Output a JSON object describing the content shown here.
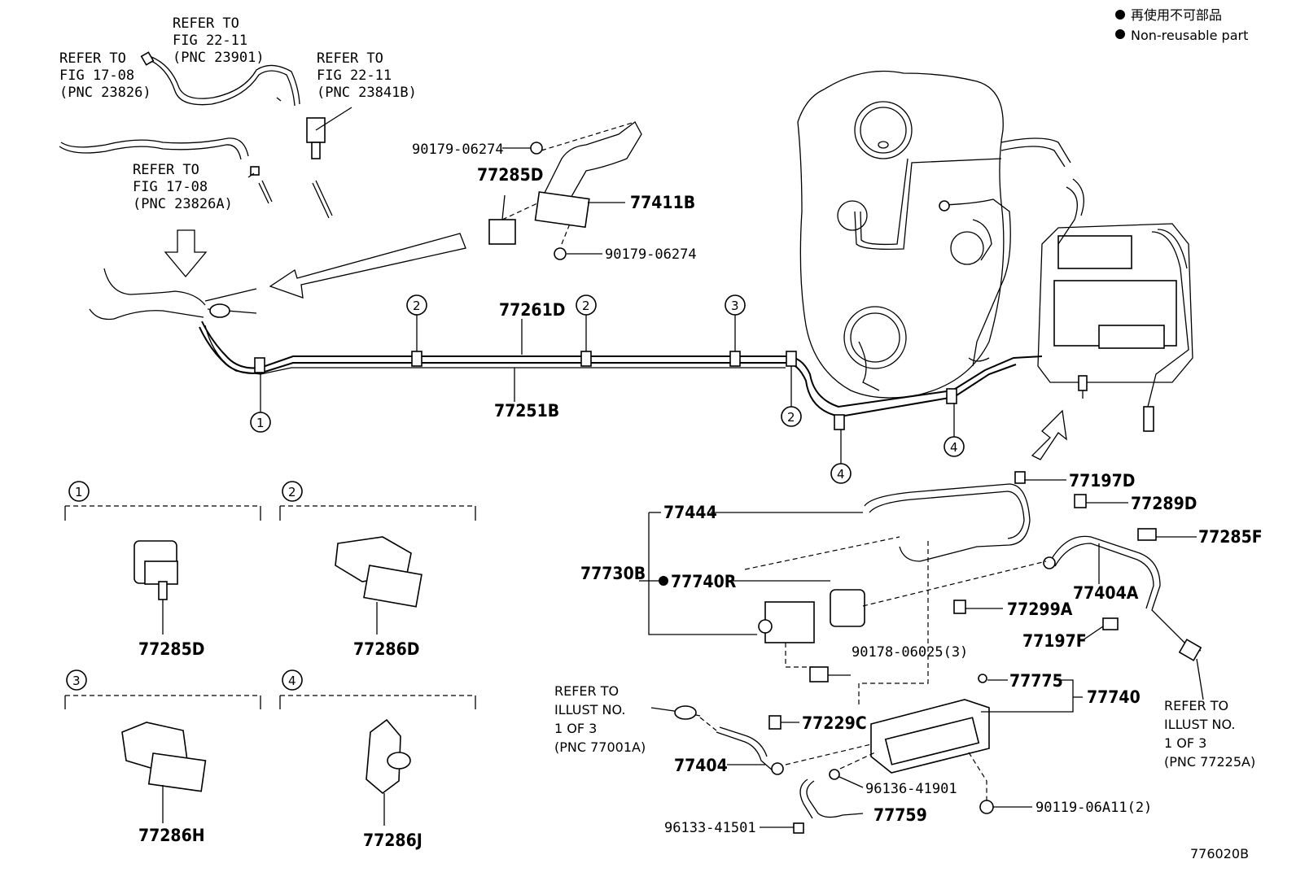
{
  "legend": {
    "jp": "再使用不可部品",
    "en": "Non-reusable part"
  },
  "figure_id": "776020B",
  "refs": {
    "r23826": [
      "REFER TO",
      "FIG 17-08",
      "(PNC 23826)"
    ],
    "r23901": [
      "REFER TO",
      "FIG 22-11",
      "(PNC 23901)"
    ],
    "r23841b": [
      "REFER TO",
      "FIG 22-11",
      "(PNC 23841B)"
    ],
    "r23826a": [
      "REFER TO",
      "FIG 17-08",
      "(PNC 23826A)"
    ],
    "r77001a": [
      "REFER TO",
      "ILLUST NO.",
      "1 OF 3",
      "(PNC 77001A)"
    ],
    "r77225a": [
      "REFER TO",
      "ILLUST NO.",
      "1 OF 3",
      "(PNC 77225A)"
    ]
  },
  "parts": {
    "p90179a": "90179-06274",
    "p90179b": "90179-06274",
    "p77285d_top": "77285D",
    "p77411b": "77411B",
    "p77261d": "77261D",
    "p77251b": "77251B",
    "p77197d": "77197D",
    "p77289d": "77289D",
    "p77285f": "77285F",
    "p77444": "77444",
    "p77730b": "77730B",
    "p77740r": "77740R",
    "p77404a": "77404A",
    "p77299a": "77299A",
    "p77197f": "77197F",
    "p90178": "90178-06025(3)",
    "p77775": "77775",
    "p77740": "77740",
    "p77229c": "77229C",
    "p77404": "77404",
    "p96136": "96136-41901",
    "p90119": "90119-06A11(2)",
    "p77759": "77759",
    "p96133": "96133-41501",
    "p77285d_box": "77285D",
    "p77286d": "77286D",
    "p77286h": "77286H",
    "p77286j": "77286J"
  },
  "callouts": {
    "c1": "1",
    "c2": "2",
    "c3": "3",
    "c4": "4"
  }
}
